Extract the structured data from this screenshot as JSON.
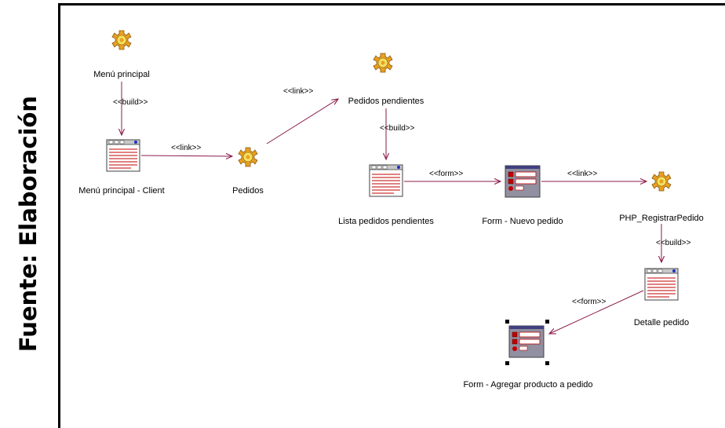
{
  "caption": "Fuente: Elaboración",
  "nodes": {
    "menu_principal": {
      "label": "Menú principal",
      "icon": "server-page-gear-icon"
    },
    "menu_principal_client": {
      "label": "Menú principal - Client",
      "icon": "client-page-icon"
    },
    "pedidos": {
      "label": "Pedidos",
      "icon": "server-page-gear-icon"
    },
    "pedidos_pendientes": {
      "label": "Pedidos pendientes",
      "icon": "server-page-gear-icon"
    },
    "lista_pedidos_pendientes": {
      "label": "Lista pedidos pendientes",
      "icon": "client-page-icon"
    },
    "form_nuevo_pedido": {
      "label": "Form - Nuevo pedido",
      "icon": "form-icon"
    },
    "php_registrar_pedido": {
      "label": "PHP_RegistrarPedido",
      "icon": "server-page-gear-icon"
    },
    "detalle_pedido": {
      "label": "Detalle pedido",
      "icon": "client-page-icon"
    },
    "form_agregar_producto": {
      "label": "Form - Agregar producto a pedido",
      "icon": "form-icon"
    }
  },
  "edges": {
    "e1": "<<build>>",
    "e2": "<<link>>",
    "e3": "<<link>>",
    "e4": "<<build>>",
    "e5": "<<form>>",
    "e6": "<<link>>",
    "e7": "<<build>>",
    "e8": "<<form>>"
  },
  "colors": {
    "edge": "#8b1a4a",
    "gear": "#e8a020",
    "gear_core": "#f4e060",
    "page_lines": "#c00000",
    "form_fill": "#9090a0"
  }
}
